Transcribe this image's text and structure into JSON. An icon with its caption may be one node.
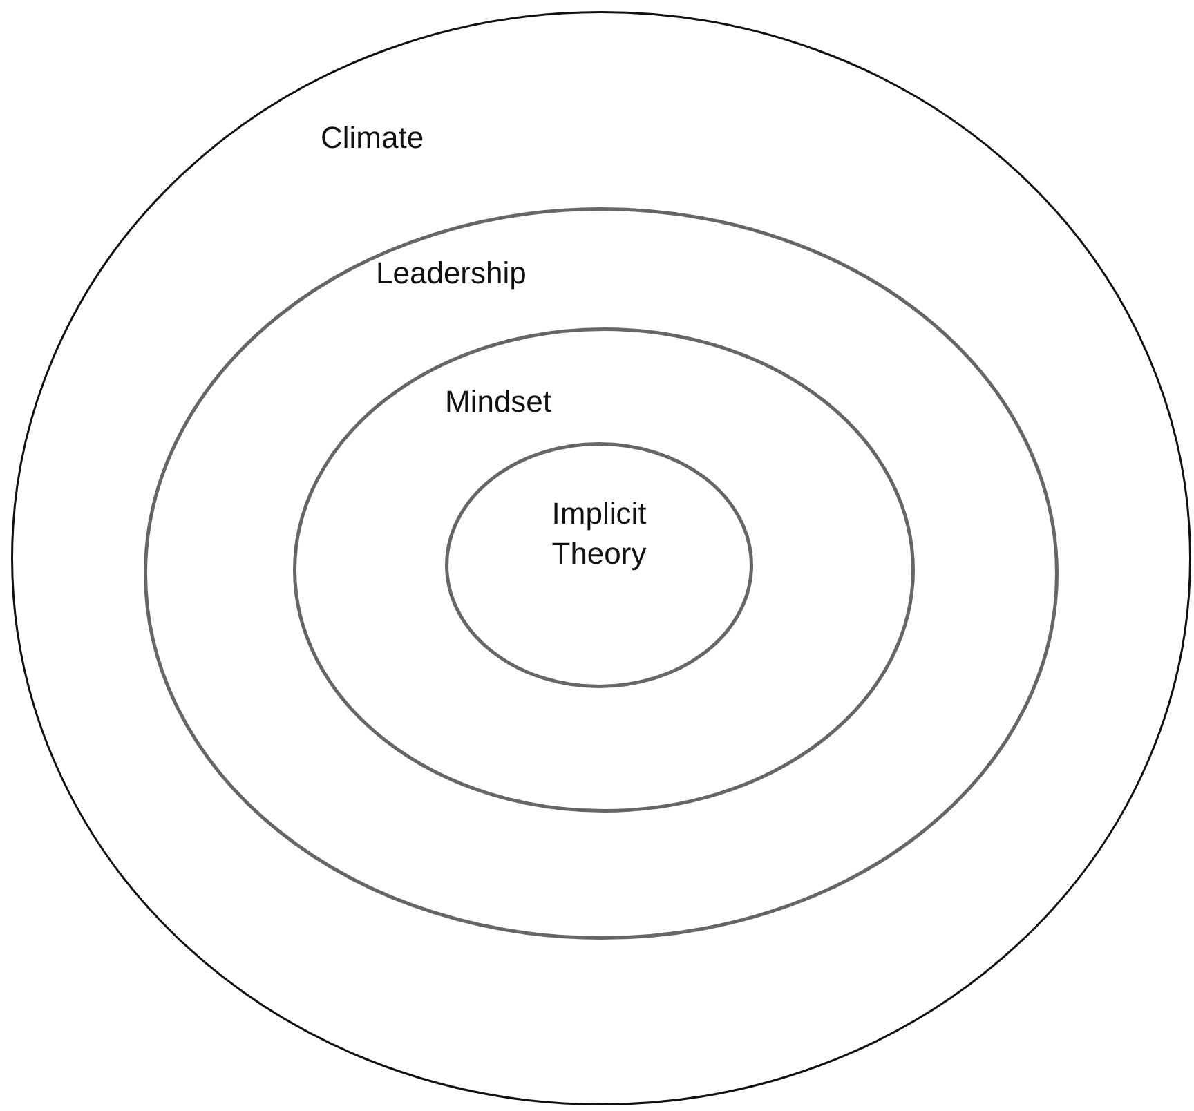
{
  "diagram": {
    "nodes": [
      {
        "text": [
          "Climate"
        ]
      },
      {
        "text": [
          "Leadership"
        ],
        "in": 0
      },
      {
        "text": [
          "Mindset"
        ],
        "in": 1
      },
      {
        "text": [
          "Implicit Theory"
        ],
        "in": 2
      }
    ]
  }
}
